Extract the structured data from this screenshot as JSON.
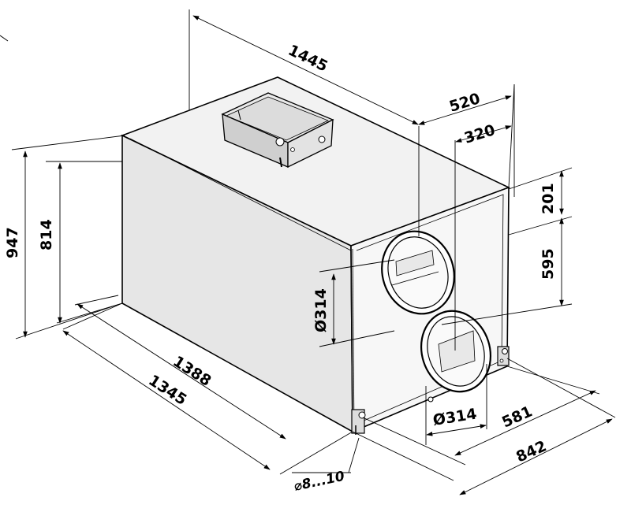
{
  "diagram": {
    "dimensions": {
      "overall_length": "1445",
      "depth_outer": "520",
      "spigot_offset": "320",
      "top_to_spigot": "201",
      "spigot_spacing": "595",
      "height_total": "947",
      "height_body": "814",
      "length_base": "1388",
      "length_body": "1345",
      "spigot_diameter_side": "Ø314",
      "spigot_diameter_front": "Ø314",
      "width_mount": "581",
      "width_total": "842",
      "mount_hole": "⌀8...10"
    }
  }
}
